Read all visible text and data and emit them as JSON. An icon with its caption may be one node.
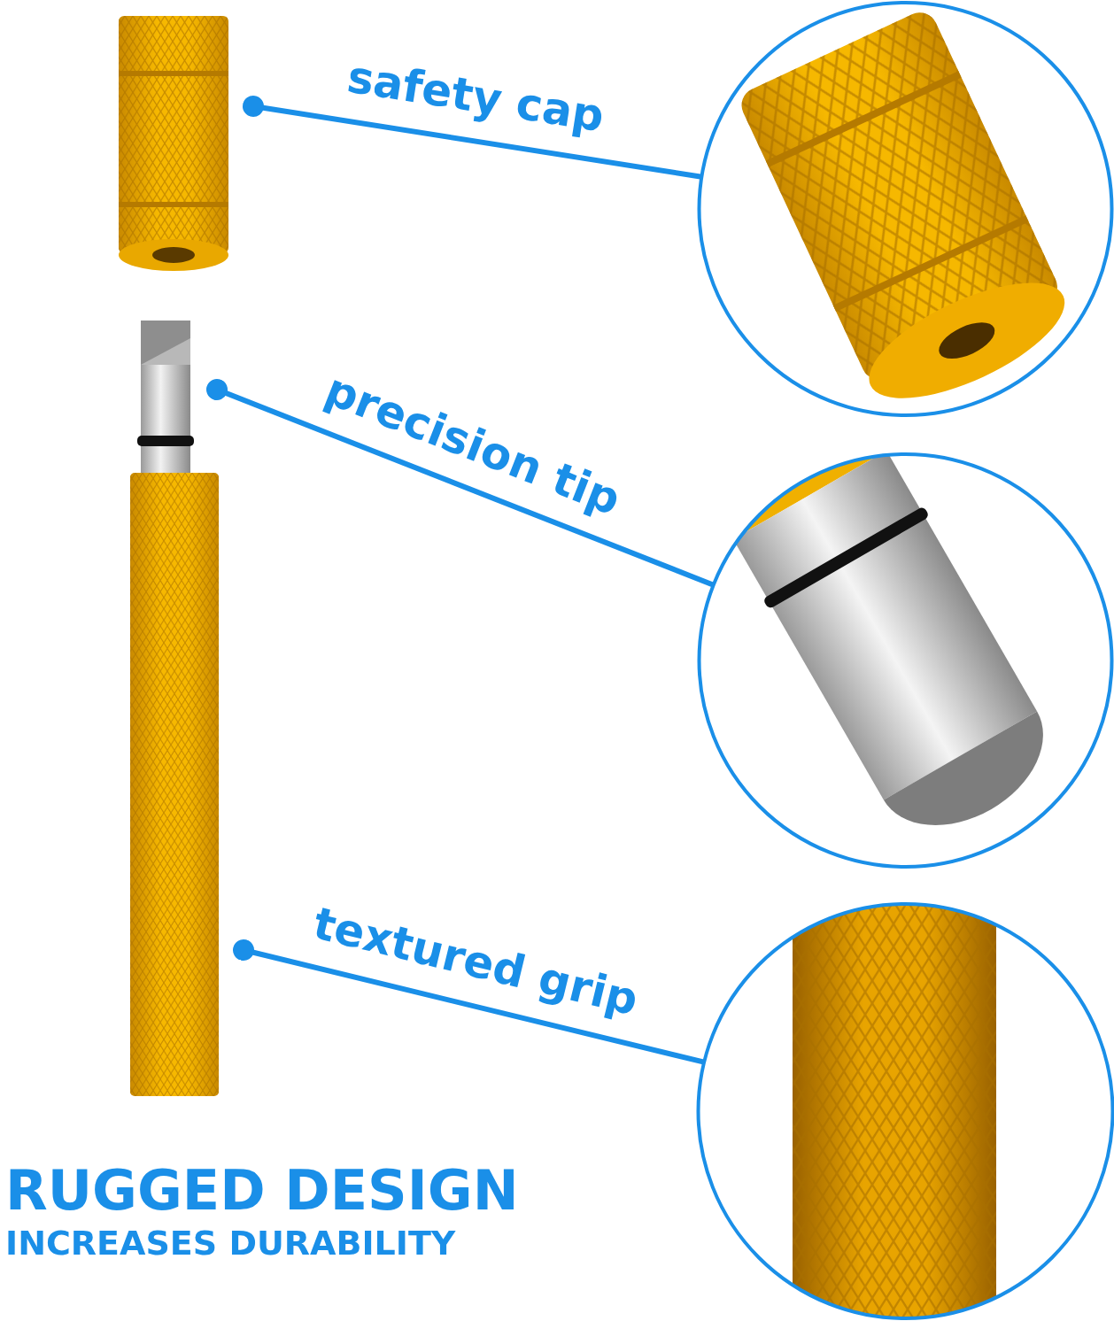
{
  "diagram": {
    "nodes": [
      {
        "text": [],
        "shape": "picture"
      },
      {
        "text": [],
        "shape": "picture"
      },
      {
        "text": [],
        "shape": "picture"
      },
      {
        "text": [],
        "shape": "picture"
      },
      {
        "text": [],
        "shape": "picture"
      },
      {
        "text": [],
        "shape": "picture"
      }
    ],
    "edges": [
      {
        "from": 0,
        "to": 3,
        "arrow": "other",
        "label": "safety cap"
      },
      {
        "from": 1,
        "to": 4,
        "arrow": "other",
        "label": "precision tip"
      },
      {
        "from": 2,
        "to": 5,
        "arrow": "other",
        "label": "textured grip"
      }
    ],
    "labels": [
      "RUGGED DESIGN",
      "INCREASES DURABILITY"
    ]
  }
}
